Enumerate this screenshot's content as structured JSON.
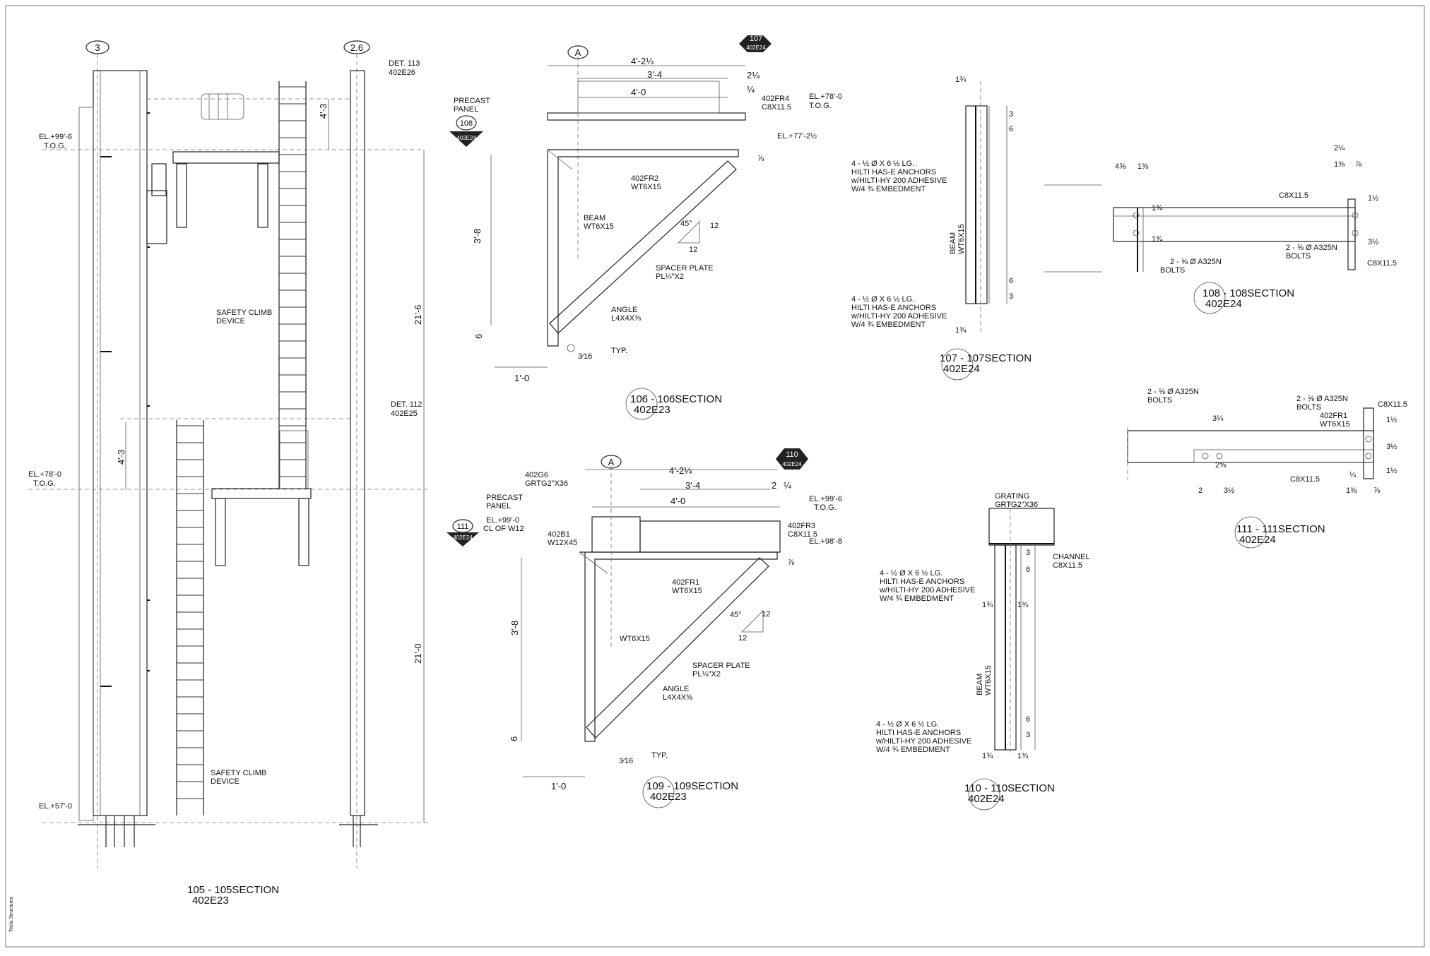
{
  "grid_bubbles": {
    "left": "3",
    "right": "2.6",
    "detail_a1": "A",
    "detail_a2": "A"
  },
  "sec105": {
    "title": "105 - 105SECTION",
    "ref": "402E23",
    "det113": "DET. 113",
    "det113_ref": "402E26",
    "det112": "DET. 112",
    "det112_ref": "402E25",
    "el_top": "EL.+99'-6",
    "el_top_sub": "T.O.G.",
    "el_mid": "EL.+78'-0",
    "el_mid_sub": "T.O.G.",
    "el_bot": "EL.+57'-0",
    "dim_43_top": "4'-3",
    "dim_43_mid": "4'-3",
    "dim_216": "21'-6",
    "dim_210": "21'-0",
    "safety_climb_1": "SAFETY CLIMB",
    "safety_climb_1b": "DEVICE",
    "safety_climb_2": "SAFETY CLIMB",
    "safety_climb_2b": "DEVICE"
  },
  "sec106": {
    "title": "106 - 106SECTION",
    "ref": "402E23",
    "callout_108_num": "108",
    "callout_108_ref": "402E24",
    "callout_107_num": "107",
    "callout_107_ref": "402E24",
    "precast": "PRECAST",
    "panel": "PANEL",
    "dim_overall": "4'-2¼",
    "dim_34": "3'-4",
    "dim_40": "4'-0",
    "dim_214": "2¼",
    "dim_q": "¼",
    "fr4": "402FR4",
    "fr4_sz": "C8X11.5",
    "el_78": "EL.+78'-0",
    "tog": "T.O.G.",
    "el_77": "EL.+77'-2½",
    "fr2": "402FR2",
    "fr2_sz": "WT6X15",
    "beam": "BEAM",
    "beam_sz": "WT6X15",
    "angle_deg": "45°",
    "slope_12a": "12",
    "slope_12b": "12",
    "dim_78": "⅞",
    "dim_38": "3'-8",
    "dim_6": "6",
    "dim_10": "1'-0",
    "spacer": "SPACER PLATE",
    "spacer_sz": "PL¼\"X2",
    "angle": "ANGLE",
    "angle_sz": "L4X4X⅜",
    "weld": "3⁄16",
    "typ": "TYP."
  },
  "sec107": {
    "title": "107 - 107SECTION",
    "ref": "402E24",
    "d134_top": "1¾",
    "d134_bot": "1¾",
    "d3a": "3",
    "d6a": "6",
    "d6b": "6",
    "d3b": "3",
    "anch1_l1": "4 - ½ Ø X 6 ½ LG.",
    "anch1_l2": "HILTI HAS-E ANCHORS",
    "anch1_l3": "w/HILTI-HY 200 ADHESIVE",
    "anch1_l4": "W/4 ¾  EMBEDMENT",
    "anch2_l1": "4 - ½ Ø X 6 ½ LG.",
    "anch2_l2": "HILTI HAS-E ANCHORS",
    "anch2_l3": "w/HILTI-HY 200 ADHESIVE",
    "anch2_l4": "W/4 ¾  EMBEDMENT",
    "beam": "BEAM",
    "beam_sz": "WT6X15"
  },
  "sec108": {
    "title": "108 - 108SECTION",
    "ref": "402E24",
    "d458": "4⅝",
    "d138a": "1⅜",
    "d214": "2¼",
    "d138b": "1⅜",
    "d78": "⅞",
    "c8_top": "C8X11.5",
    "c8_side": "C8X11.5",
    "d134a": "1¾",
    "d134b": "1¾",
    "d112": "1½",
    "d312": "3½",
    "bolts_l": "2 - ⅝ Ø A325N",
    "bolts_l2": "BOLTS",
    "bolts_r": "2 - ⅝ Ø A325N",
    "bolts_r2": "BOLTS"
  },
  "sec109": {
    "title": "109 - 109SECTION",
    "ref": "402E23",
    "callout_111_num": "111",
    "callout_111_ref": "402E24",
    "callout_110_num": "110",
    "callout_110_ref": "402E24",
    "g6": "402G6",
    "g6_sz": "GRTG2\"X36",
    "precast": "PRECAST",
    "panel": "PANEL",
    "el_99": "EL.+99'-0",
    "cl": "CL OF W12",
    "b1": "402B1",
    "b1_sz": "W12X45",
    "dim_overall": "4'-2¼",
    "dim_34": "3'-4",
    "dim_2": "2",
    "dim_q": "¼",
    "dim_40": "4'-0",
    "el_996": "EL.+99'-6",
    "tog": "T.O.G.",
    "fr3": "402FR3",
    "fr3_sz": "C8X11.5",
    "el_988": "EL.+98'-8",
    "fr1": "402FR1",
    "fr1_sz": "WT6X15",
    "dim_78": "⅞",
    "angle_deg": "45°",
    "slope_12a": "12",
    "slope_12b": "12",
    "dim_38": "3'-8",
    "wt": "WT6X15",
    "spacer": "SPACER PLATE",
    "spacer_sz": "PL¼\"X2",
    "angle": "ANGLE",
    "angle_sz": "L4X4X⅜",
    "dim_6": "6",
    "weld": "3⁄16",
    "typ": "TYP.",
    "dim_10": "1'-0"
  },
  "sec110": {
    "title": "110 - 110SECTION",
    "ref": "402E24",
    "grating": "GRATING",
    "grating_sz": "GRTG2\"X36",
    "channel": "CHANNEL",
    "channel_sz": "C8X11.5",
    "d3a": "3",
    "d6a": "6",
    "d6b": "6",
    "d3b": "3",
    "d134a": "1¾",
    "d134b": "1¾",
    "d134c": "1¾",
    "d134d": "1¾",
    "anch1_l1": "4 - ½ Ø X 6 ½ LG.",
    "anch1_l2": "HILTI HAS-E ANCHORS",
    "anch1_l3": "w/HILTI-HY 200 ADHESIVE",
    "anch1_l4": "W/4 ¾  EMBEDMENT",
    "anch2_l1": "4 - ½ Ø X 6 ½ LG.",
    "anch2_l2": "HILTI HAS-E ANCHORS",
    "anch2_l3": "w/HILTI-HY 200 ADHESIVE",
    "anch2_l4": "W/4 ¾  EMBEDMENT",
    "beam": "BEAM",
    "beam_sz": "WT6X15"
  },
  "sec111": {
    "title": "111 - 111SECTION",
    "ref": "402E24",
    "bolts_l": "2 - ⅝ Ø A325N",
    "bolts_l2": "BOLTS",
    "bolts_r": "2 - ⅝ Ø A325N",
    "bolts_r2": "BOLTS",
    "c8_tr": "C8X11.5",
    "fr1": "402FR1",
    "fr1_sz": "WT6X15",
    "d334": "3¼",
    "d112a": "1½",
    "d312": "3½",
    "d112b": "1½",
    "d258": "2⅝",
    "c8_bot": "C8X11.5",
    "dq": "¼",
    "d2": "2",
    "d312b": "3½",
    "d138": "1⅜",
    "d78": "⅞"
  },
  "margin_note": "Tekla Structures"
}
